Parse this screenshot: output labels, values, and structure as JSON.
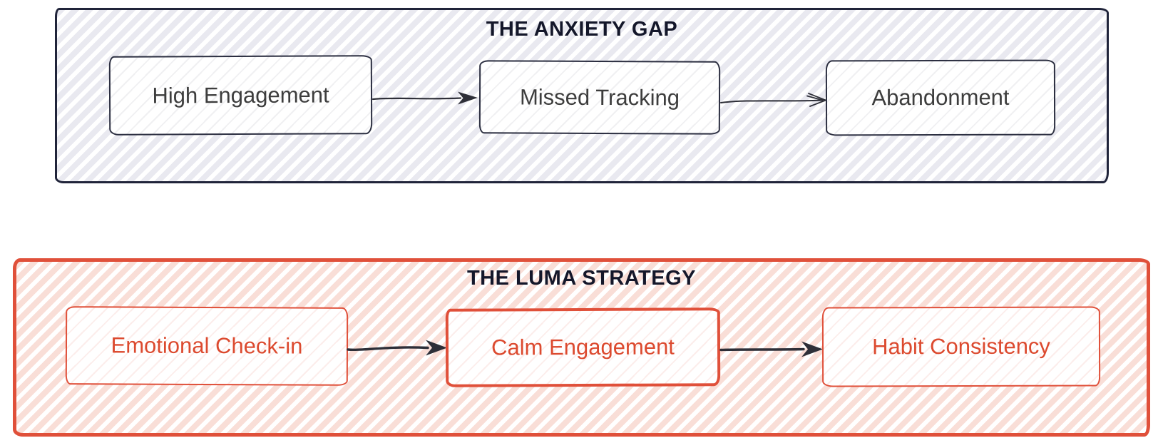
{
  "diagram": {
    "type": "flowchart",
    "style": "hand-drawn-sketch",
    "sections": [
      {
        "id": "anxiety-gap",
        "title": "THE ANXIETY GAP",
        "accent_color": "#20243a",
        "hatch_color": "#e9e9f0",
        "node_text_color": "#3d3d3d",
        "nodes": [
          {
            "label": "High Engagement"
          },
          {
            "label": "Missed Tracking"
          },
          {
            "label": "Abandonment"
          }
        ],
        "arrows": [
          {
            "from": "High Engagement",
            "to": "Missed Tracking",
            "head": "filled",
            "color": "#2e2f38"
          },
          {
            "from": "Missed Tracking",
            "to": "Abandonment",
            "head": "open",
            "color": "#2e2f38"
          }
        ]
      },
      {
        "id": "luma-strategy",
        "title": "THE LUMA STRATEGY",
        "accent_color": "#e0503a",
        "hatch_color": "#f9ded7",
        "node_text_color": "#dc4a2f",
        "nodes": [
          {
            "label": "Emotional Check-in"
          },
          {
            "label": "Calm Engagement"
          },
          {
            "label": "Habit Consistency"
          }
        ],
        "arrows": [
          {
            "from": "Emotional Check-in",
            "to": "Calm Engagement",
            "head": "filled",
            "color": "#2e2f38"
          },
          {
            "from": "Calm Engagement",
            "to": "Habit Consistency",
            "head": "filled",
            "color": "#2e2f38"
          }
        ]
      }
    ],
    "title_text_color": "#14172a",
    "background_color": "#ffffff"
  }
}
